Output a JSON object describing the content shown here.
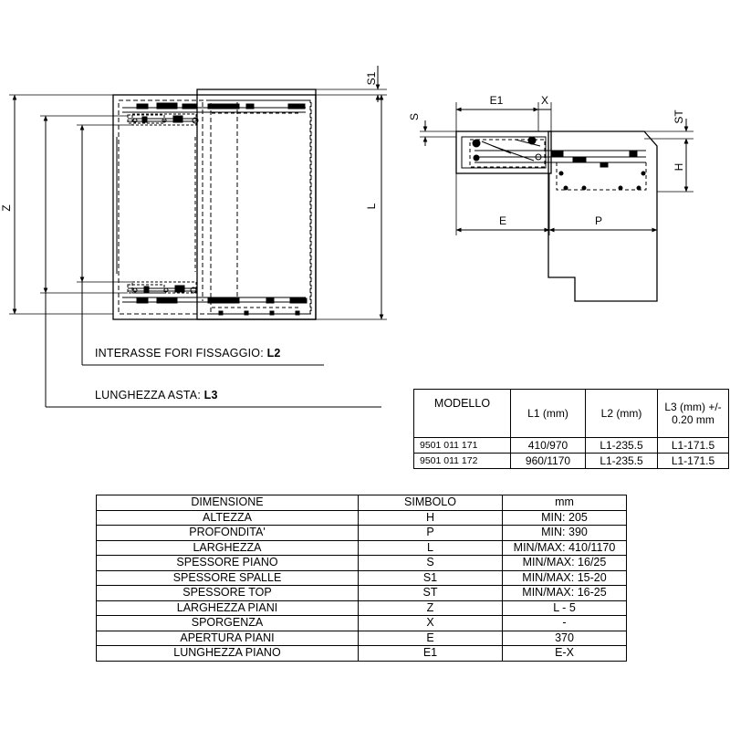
{
  "front_view": {
    "dims": {
      "z": "Z",
      "l": "L",
      "s1": "S1"
    },
    "labels": {
      "interasse_text": "INTERASSE FORI FISSAGGIO: ",
      "interasse_sym": "L2",
      "lunghezza_text": "LUNGHEZZA ASTA: ",
      "lunghezza_sym": "L3"
    }
  },
  "side_view": {
    "dims": {
      "e1": "E1",
      "x": "X",
      "s": "S",
      "st": "ST",
      "h": "H",
      "e": "E",
      "p": "P"
    }
  },
  "model_table": {
    "headers": [
      "MODELLO",
      "L1 (mm)",
      "L2 (mm)",
      "L3 (mm) +/- 0.20 mm"
    ],
    "rows": [
      [
        "9501 011 171",
        "410/970",
        "L1-235.5",
        "L1-171.5"
      ],
      [
        "9501 011 172",
        "960/1170",
        "L1-235.5",
        "L1-171.5"
      ]
    ]
  },
  "dimension_table": {
    "headers": [
      "DIMENSIONE",
      "SIMBOLO",
      "mm"
    ],
    "rows": [
      [
        "ALTEZZA",
        "H",
        "MIN: 205"
      ],
      [
        "PROFONDITA'",
        "P",
        "MIN: 390"
      ],
      [
        "LARGHEZZA",
        "L",
        "MIN/MAX: 410/1170"
      ],
      [
        "SPESSORE PIANO",
        "S",
        "MIN/MAX: 16/25"
      ],
      [
        "SPESSORE SPALLE",
        "S1",
        "MIN/MAX: 15-20"
      ],
      [
        "SPESSORE TOP",
        "ST",
        "MIN/MAX: 16-25"
      ],
      [
        "LARGHEZZA PIANI",
        "Z",
        "L - 5"
      ],
      [
        "SPORGENZA",
        "X",
        "-"
      ],
      [
        "APERTURA PIANI",
        "E",
        "370"
      ],
      [
        "LUNGHEZZA PIANO",
        "E1",
        "E-X"
      ]
    ]
  }
}
